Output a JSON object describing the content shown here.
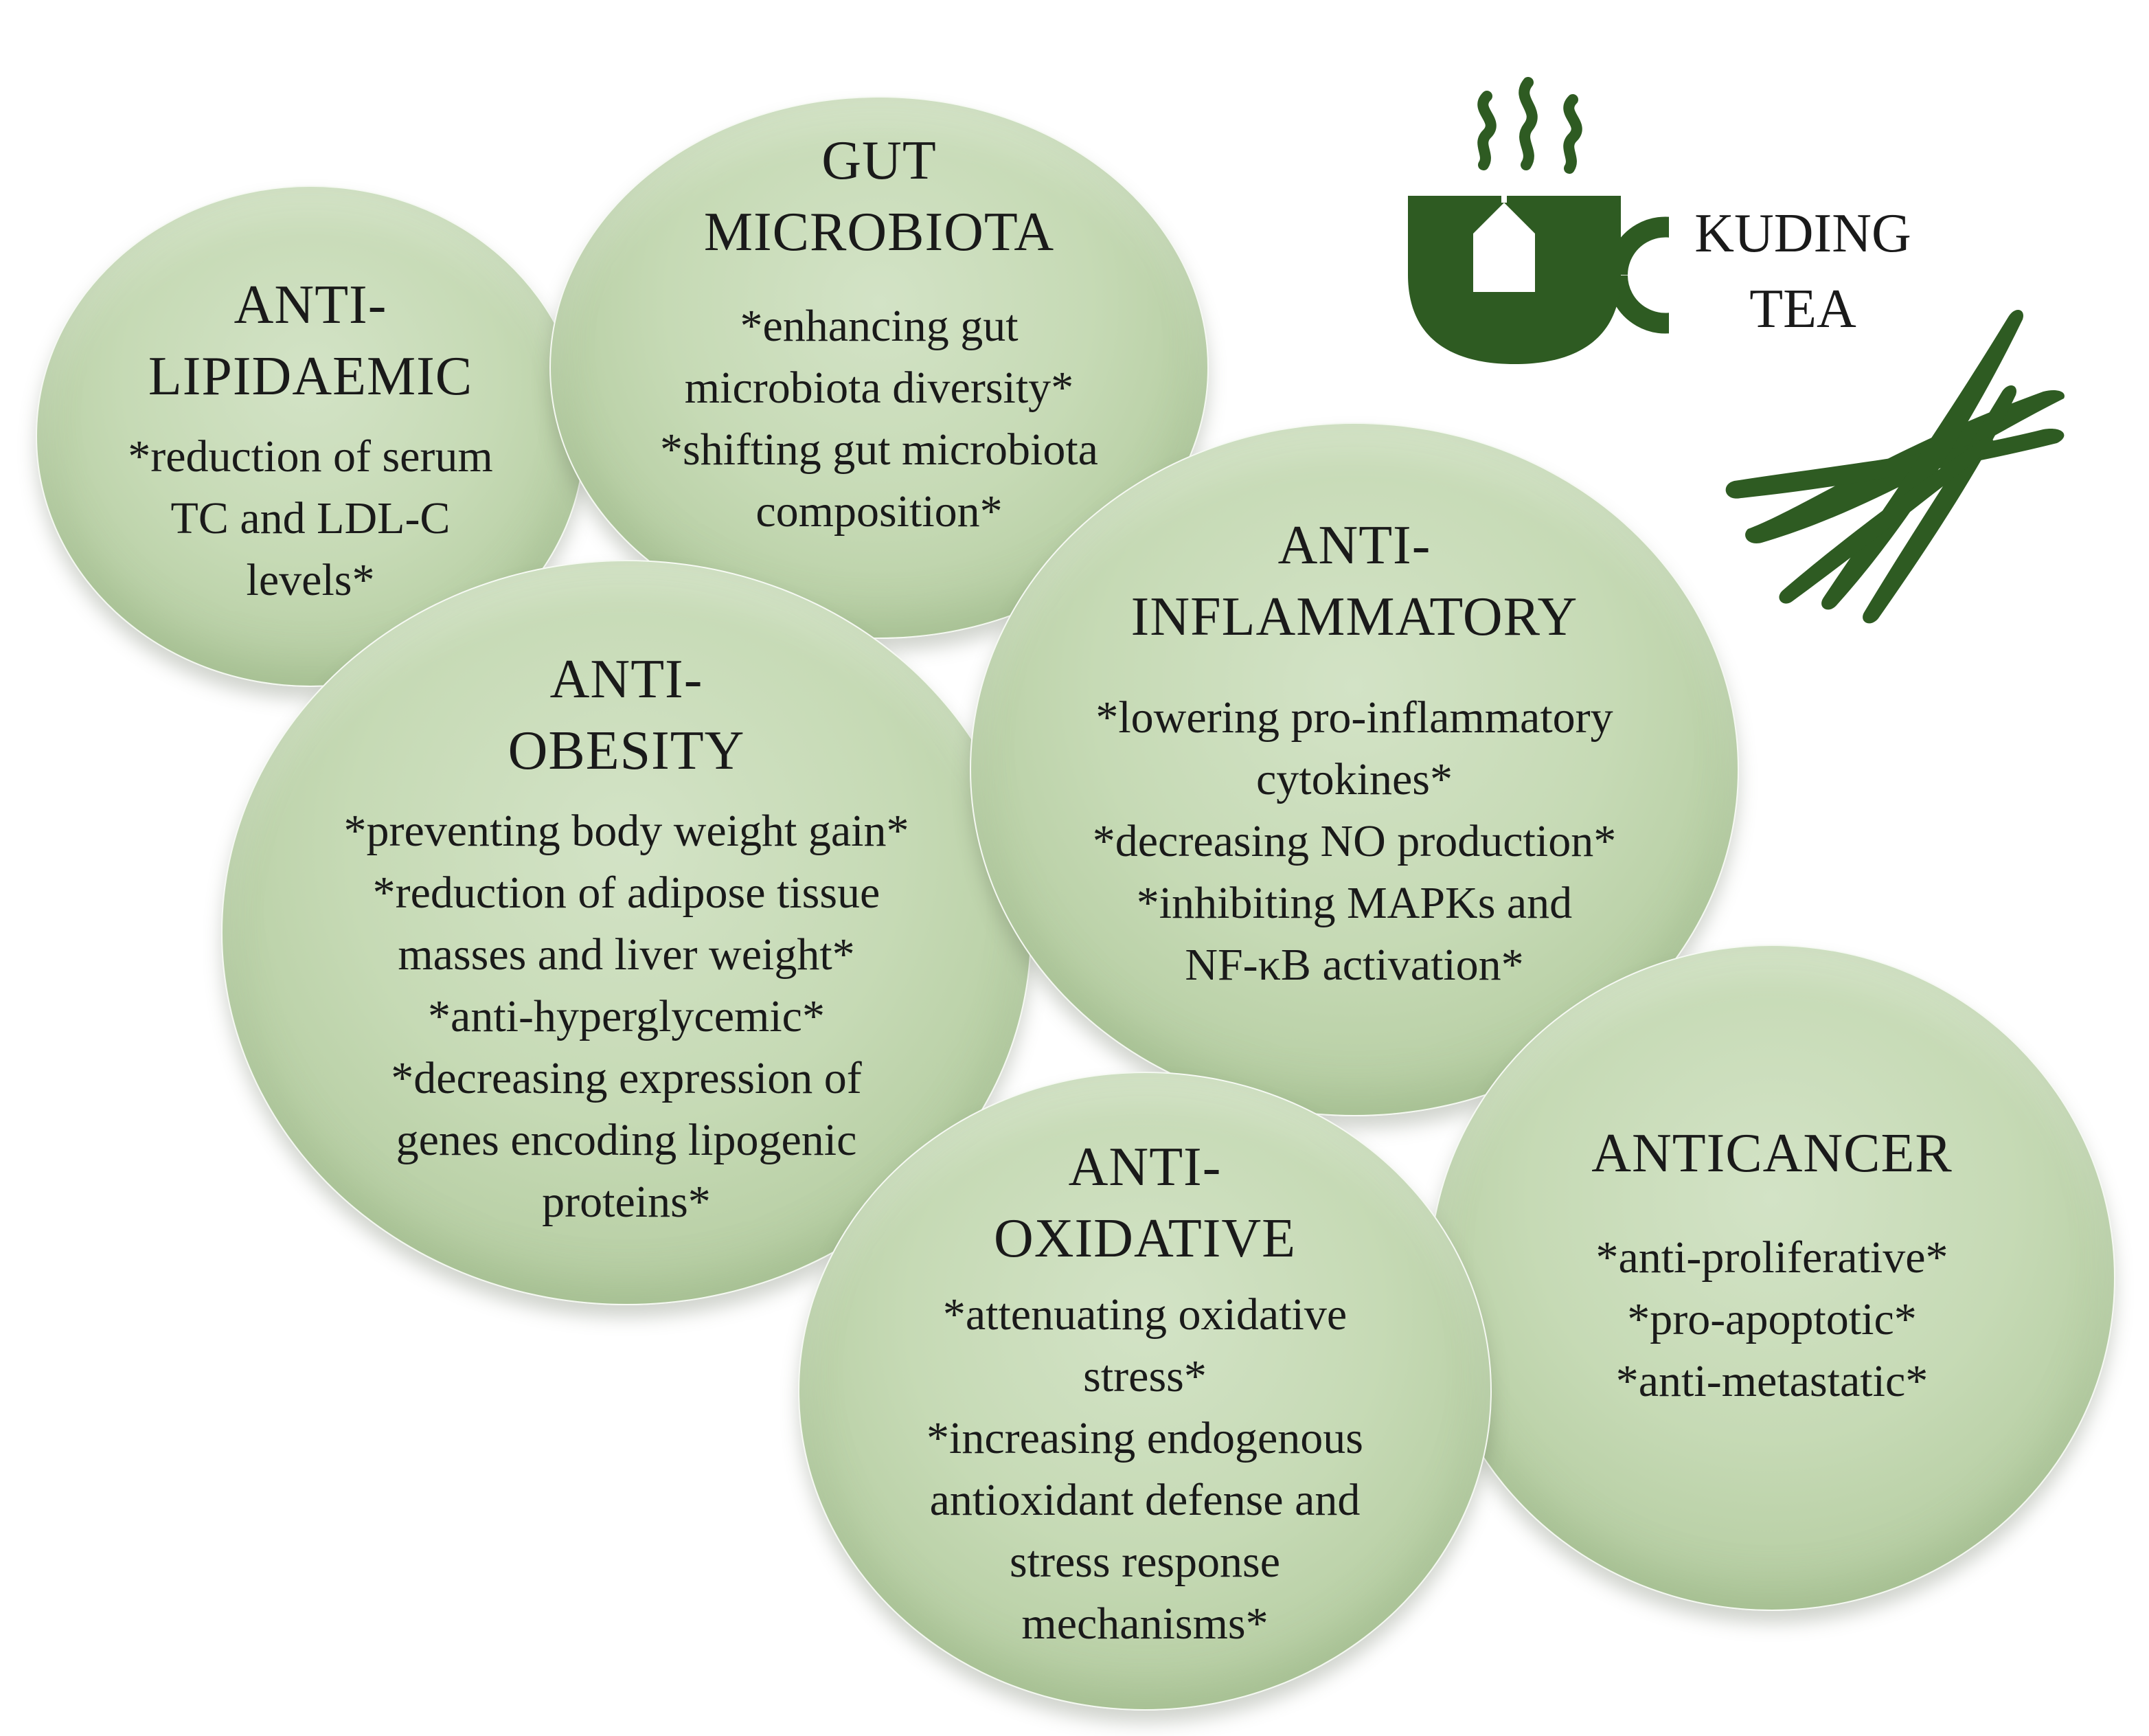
{
  "brand": {
    "title": "KUDING\nTEA",
    "cup_icon": "tea-cup-icon",
    "leaves_icon": "kuding-leaves-icon",
    "icon_color": "#2e5b22"
  },
  "bubble_color": "#c6dab5",
  "bubbles": [
    {
      "id": "anti-lipidaemic",
      "title": "ANTI-\nLIPIDAEMIC",
      "items": "*reduction of serum\nTC and LDL-C\nlevels*"
    },
    {
      "id": "gut-microbiota",
      "title": "GUT\nMICROBIOTA",
      "items": "*enhancing gut\nmicrobiota diversity*\n*shifting gut microbiota\ncomposition*"
    },
    {
      "id": "anti-obesity",
      "title": "ANTI-\nOBESITY",
      "items": "*preventing body weight gain*\n*reduction of adipose tissue\nmasses and liver weight*\n*anti-hyperglycemic*\n*decreasing expression of\ngenes encoding lipogenic\nproteins*"
    },
    {
      "id": "anti-inflammatory",
      "title": "ANTI-\nINFLAMMATORY",
      "items": "*lowering pro-inflammatory\ncytokines*\n*decreasing NO production*\n*inhibiting MAPKs and\nNF-κB activation*"
    },
    {
      "id": "anticancer",
      "title": "ANTICANCER",
      "items": "*anti-proliferative*\n*pro-apoptotic*\n*anti-metastatic*"
    },
    {
      "id": "anti-oxidative",
      "title": "ANTI-\nOXIDATIVE",
      "items": "*attenuating oxidative\nstress*\n*increasing endogenous\nantioxidant defense and\nstress response\nmechanisms*"
    }
  ]
}
